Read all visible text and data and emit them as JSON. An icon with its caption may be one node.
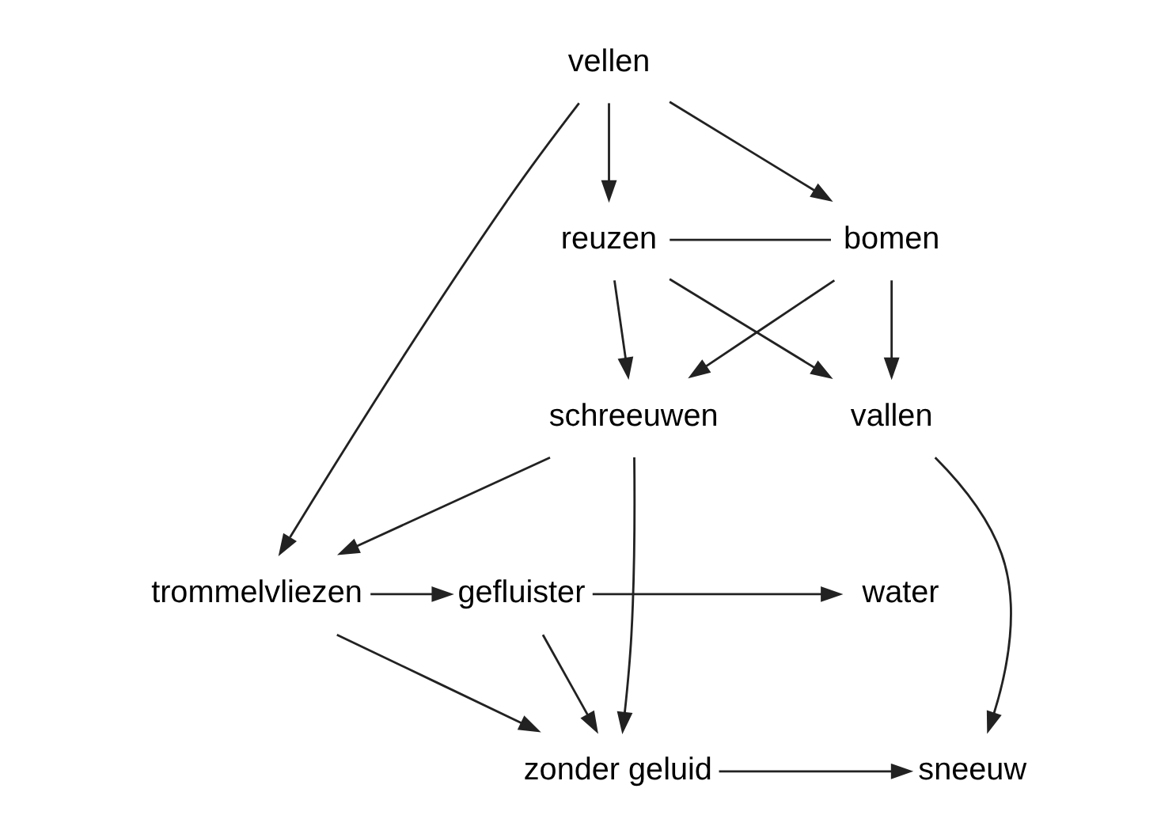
{
  "diagram": {
    "nodes": [
      {
        "text": [
          "vellen"
        ]
      },
      {
        "text": [
          "reuzen"
        ]
      },
      {
        "text": [
          "bomen"
        ]
      },
      {
        "text": [
          "vallen"
        ]
      },
      {
        "text": [
          "schreeuwen"
        ]
      },
      {
        "text": [
          "trommelvliezen"
        ]
      },
      {
        "text": [
          "gefluister"
        ]
      },
      {
        "text": [
          "water"
        ]
      },
      {
        "text": [
          "zonder geluid"
        ]
      },
      {
        "text": [
          "sneeuw"
        ]
      }
    ],
    "edges": [
      {
        "from": 0,
        "to": 1,
        "arrow": "to"
      },
      {
        "from": 0,
        "to": 2,
        "arrow": "to"
      },
      {
        "from": 0,
        "to": 5,
        "arrow": "to"
      },
      {
        "from": 1,
        "to": 2,
        "arrow": "none"
      },
      {
        "from": 1,
        "to": 3,
        "arrow": "to"
      },
      {
        "from": 2,
        "to": 3,
        "arrow": "to"
      },
      {
        "from": 1,
        "to": 4,
        "arrow": "to"
      },
      {
        "from": 2,
        "to": 4,
        "arrow": "to"
      },
      {
        "from": 3,
        "to": 9,
        "arrow": "to"
      },
      {
        "from": 4,
        "to": 5,
        "arrow": "to"
      },
      {
        "from": 4,
        "to": 8,
        "arrow": "to"
      },
      {
        "from": 5,
        "to": 6,
        "arrow": "to"
      },
      {
        "from": 6,
        "to": 7,
        "arrow": "to"
      },
      {
        "from": 5,
        "to": 8,
        "arrow": "to"
      },
      {
        "from": 6,
        "to": 8,
        "arrow": "to"
      },
      {
        "from": 8,
        "to": 9,
        "arrow": "to"
      }
    ]
  }
}
